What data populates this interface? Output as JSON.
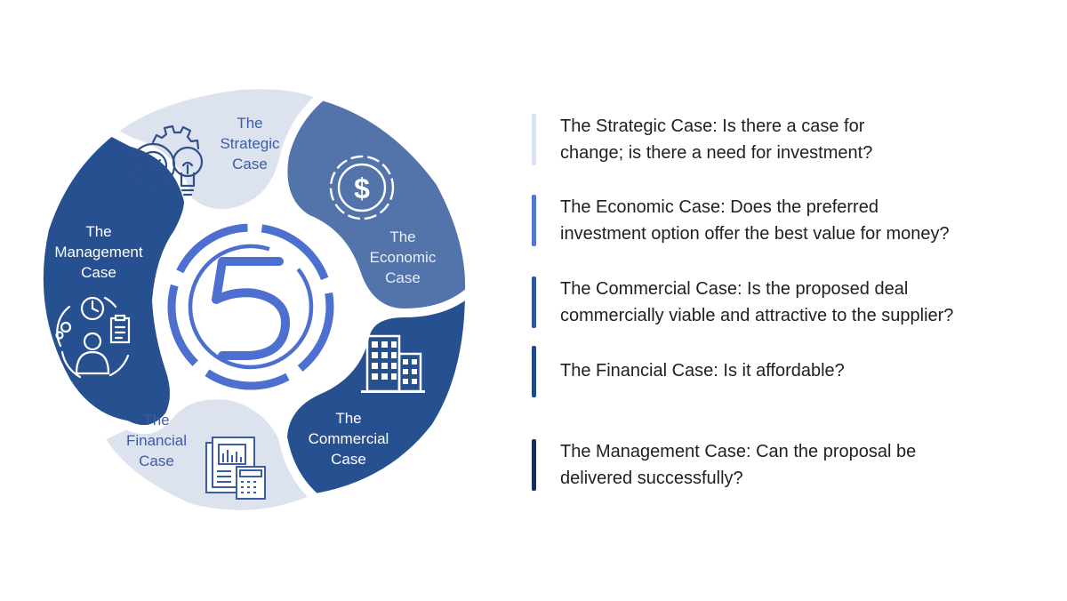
{
  "diagram": {
    "center_numeral": "5",
    "segments": [
      {
        "name": "strategic",
        "label_lines": [
          "The",
          "Strategic",
          "Case"
        ],
        "fill": "#dde3ee",
        "text_color": "#3b5ca6",
        "icon": "gear-lightbulb-icon"
      },
      {
        "name": "economic",
        "label_lines": [
          "The",
          "Economic",
          "Case"
        ],
        "fill": "#5373ab",
        "text_color": "#e8eef9",
        "icon": "dollar-coin-icon"
      },
      {
        "name": "commercial",
        "label_lines": [
          "The",
          "Commercial",
          "Case"
        ],
        "fill": "#26508f",
        "text_color": "#ffffff",
        "icon": "office-building-icon"
      },
      {
        "name": "financial",
        "label_lines": [
          "The",
          "Financial",
          "Case"
        ],
        "fill": "#dde3ee",
        "text_color": "#3b5ca6",
        "icon": "report-calculator-icon"
      },
      {
        "name": "management",
        "label_lines": [
          "The",
          "Management",
          "Case"
        ],
        "fill": "#26508f",
        "text_color": "#ffffff",
        "icon": "person-clock-clipboard-icon"
      }
    ],
    "ring_color": "#4d6fd0"
  },
  "descriptions": [
    {
      "lines": [
        "The Strategic Case: Is there a case for",
        "change; is there a need for investment?"
      ],
      "bar_color": "#dbe2ef"
    },
    {
      "lines": [
        "The Economic Case: Does the preferred",
        "investment option offer the best value for money?"
      ],
      "bar_color": "#5573d6"
    },
    {
      "lines": [
        "The Commercial Case: Is the proposed deal",
        "commercially viable and attractive to the supplier?"
      ],
      "bar_color": "#2d55a1"
    },
    {
      "lines": [
        "The Financial Case: Is it affordable?"
      ],
      "bar_color": "#22468a"
    },
    {
      "lines": [
        "The Management Case: Can the proposal be",
        "delivered successfully?"
      ],
      "bar_color": "#182d5c"
    }
  ]
}
